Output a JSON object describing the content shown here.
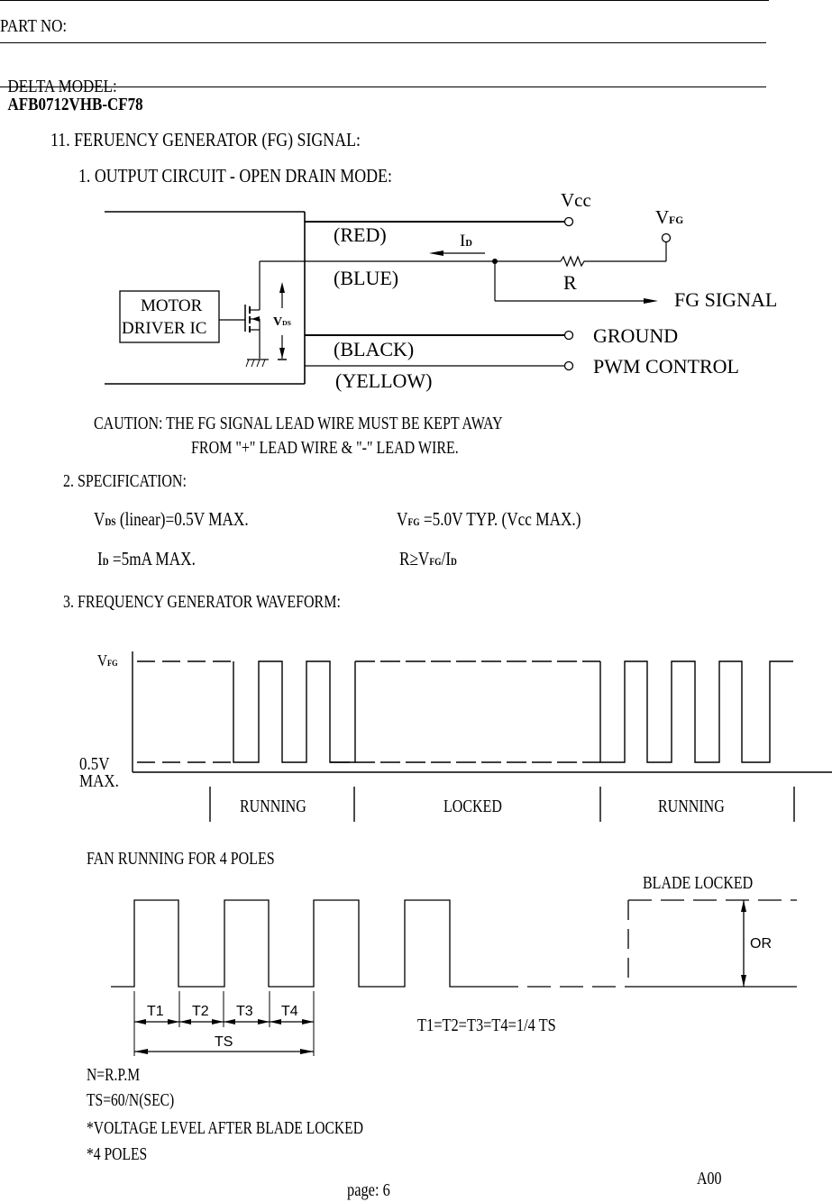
{
  "header": {
    "part_no_label": "PART NO:",
    "model_label": "DELTA MODEL:",
    "model_value": "AFB0712VHB-CF78"
  },
  "section": {
    "title": "11. FERUENCY GENERATOR (FG) SIGNAL:",
    "sub1_title": "1. OUTPUT CIRCUIT - OPEN DRAIN MODE:",
    "sub2_title": "2. SPECIFICATION:",
    "sub3_title": "3. FREQUENCY GENERATOR WAVEFORM:"
  },
  "circuit": {
    "ic_line1": "MOTOR",
    "ic_line2": "DRIVER IC",
    "vds_label": "V",
    "vds_sub": "DS",
    "wires": [
      "(RED)",
      "(BLUE)",
      "(BLACK)",
      "(YELLOW)"
    ],
    "vcc_label": "Vcc",
    "vfg_label": "V",
    "vfg_sub": "FG",
    "id_label": "I",
    "id_sub": "D",
    "resistor_label": "R",
    "fg_signal_label": "FG SIGNAL",
    "ground_label": "GROUND",
    "pwm_label": "PWM CONTROL"
  },
  "caution": {
    "line1": "CAUTION: THE FG SIGNAL LEAD WIRE MUST BE KEPT AWAY",
    "line2": "FROM \"+\" LEAD WIRE & \"-\" LEAD WIRE."
  },
  "spec": {
    "vds_prefix": "V",
    "vds_sub": "DS",
    "vds_text": " (linear)=0.5V MAX.",
    "vfg_prefix": "V",
    "vfg_sub": "FG",
    "vfg_text": " =5.0V TYP. (Vcc MAX.)",
    "id_prefix": "I",
    "id_sub": "D",
    "id_text": " =5mA MAX.",
    "r_text": "R≥V",
    "r_sub1": "FG",
    "r_slash": "/I",
    "r_sub2": "D"
  },
  "waveform1": {
    "y_high_label": "V",
    "y_high_sub": "FG",
    "y_low_label_1": "0.5V",
    "y_low_label_2": "MAX.",
    "regions": [
      "RUNNING",
      "LOCKED",
      "RUNNING"
    ]
  },
  "waveform2": {
    "title": "FAN RUNNING FOR 4 POLES",
    "blade_locked_label": "BLADE LOCKED",
    "or_label": "OR",
    "period_labels": [
      "T1",
      "T2",
      "T3",
      "T4"
    ],
    "ts_label": "TS",
    "equation": "T1=T2=T3=T4=1/4 TS"
  },
  "notes": [
    "N=R.P.M",
    "TS=60/N(SEC)",
    "*VOLTAGE LEVEL AFTER BLADE LOCKED",
    "*4 POLES"
  ],
  "footer": {
    "page_label": "page: 6",
    "revision": "A00"
  }
}
